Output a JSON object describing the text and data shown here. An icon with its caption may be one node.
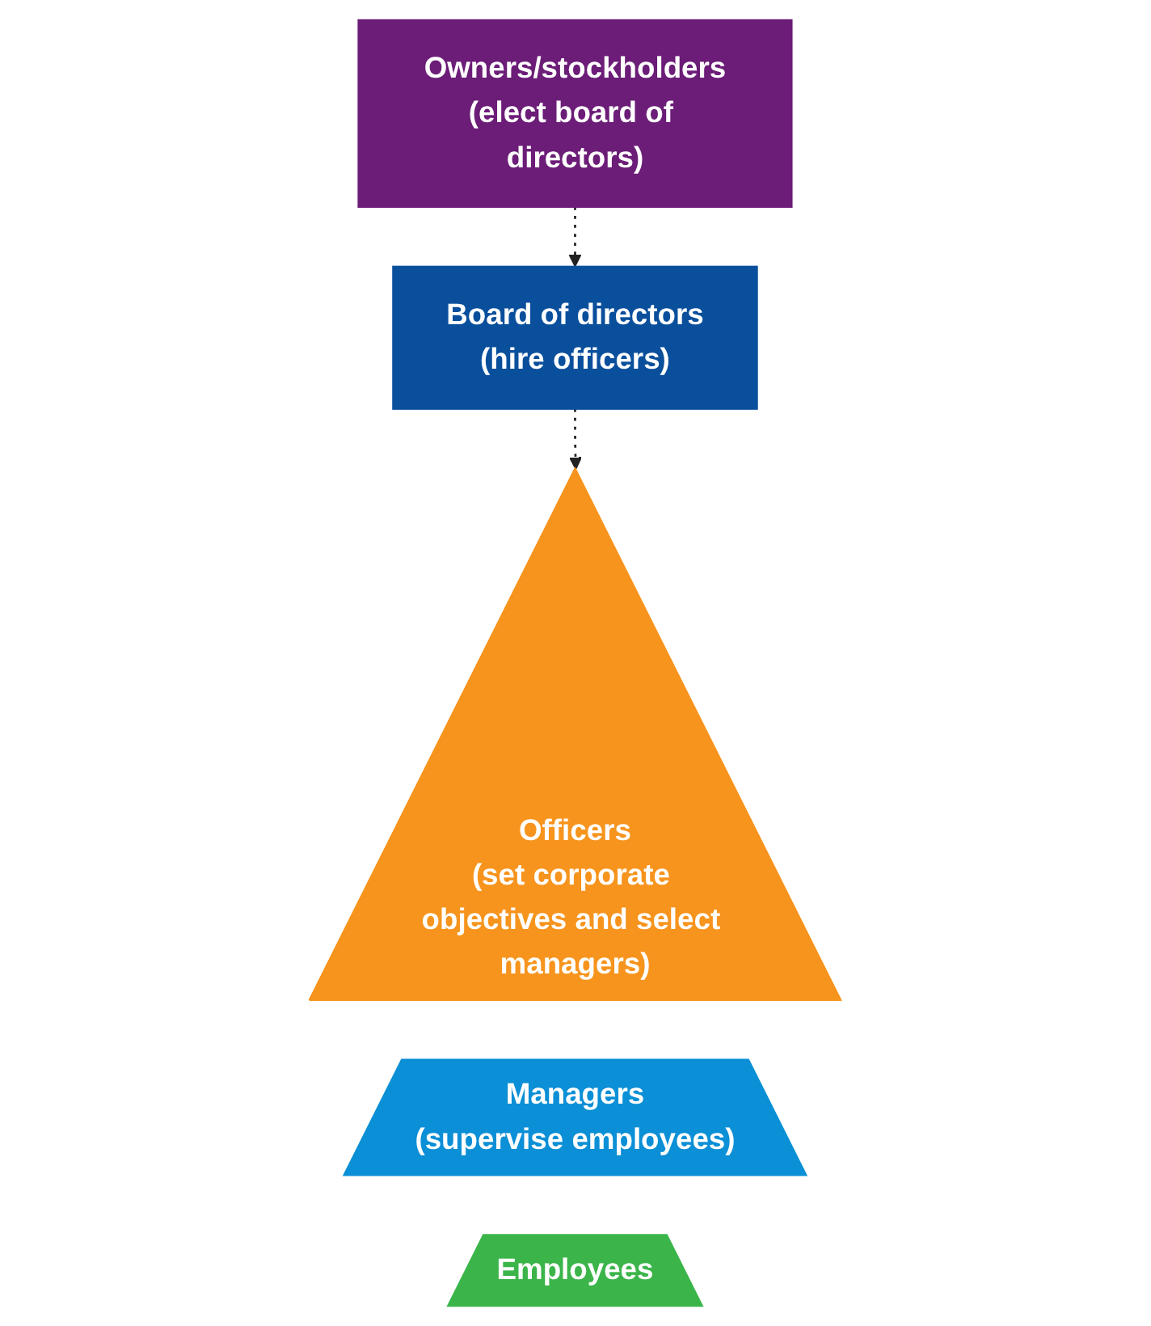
{
  "diagram": {
    "nodes": [
      {
        "text": [
          "Owners/stockholders",
          "(elect board of directors)"
        ]
      },
      {
        "text": [
          "Board of directors",
          "(hire officers)"
        ]
      },
      {
        "text": [
          "Officers",
          "(set corporate objectives and select managers)"
        ]
      },
      {
        "text": [
          "Managers",
          "(supervise employees)"
        ]
      },
      {
        "text": [
          "Employees"
        ]
      }
    ],
    "edges": [
      {
        "from": 0,
        "to": 1,
        "arrow": "to",
        "style": "dashed"
      },
      {
        "from": 1,
        "to": 2,
        "arrow": "to",
        "style": "dashed"
      }
    ]
  }
}
